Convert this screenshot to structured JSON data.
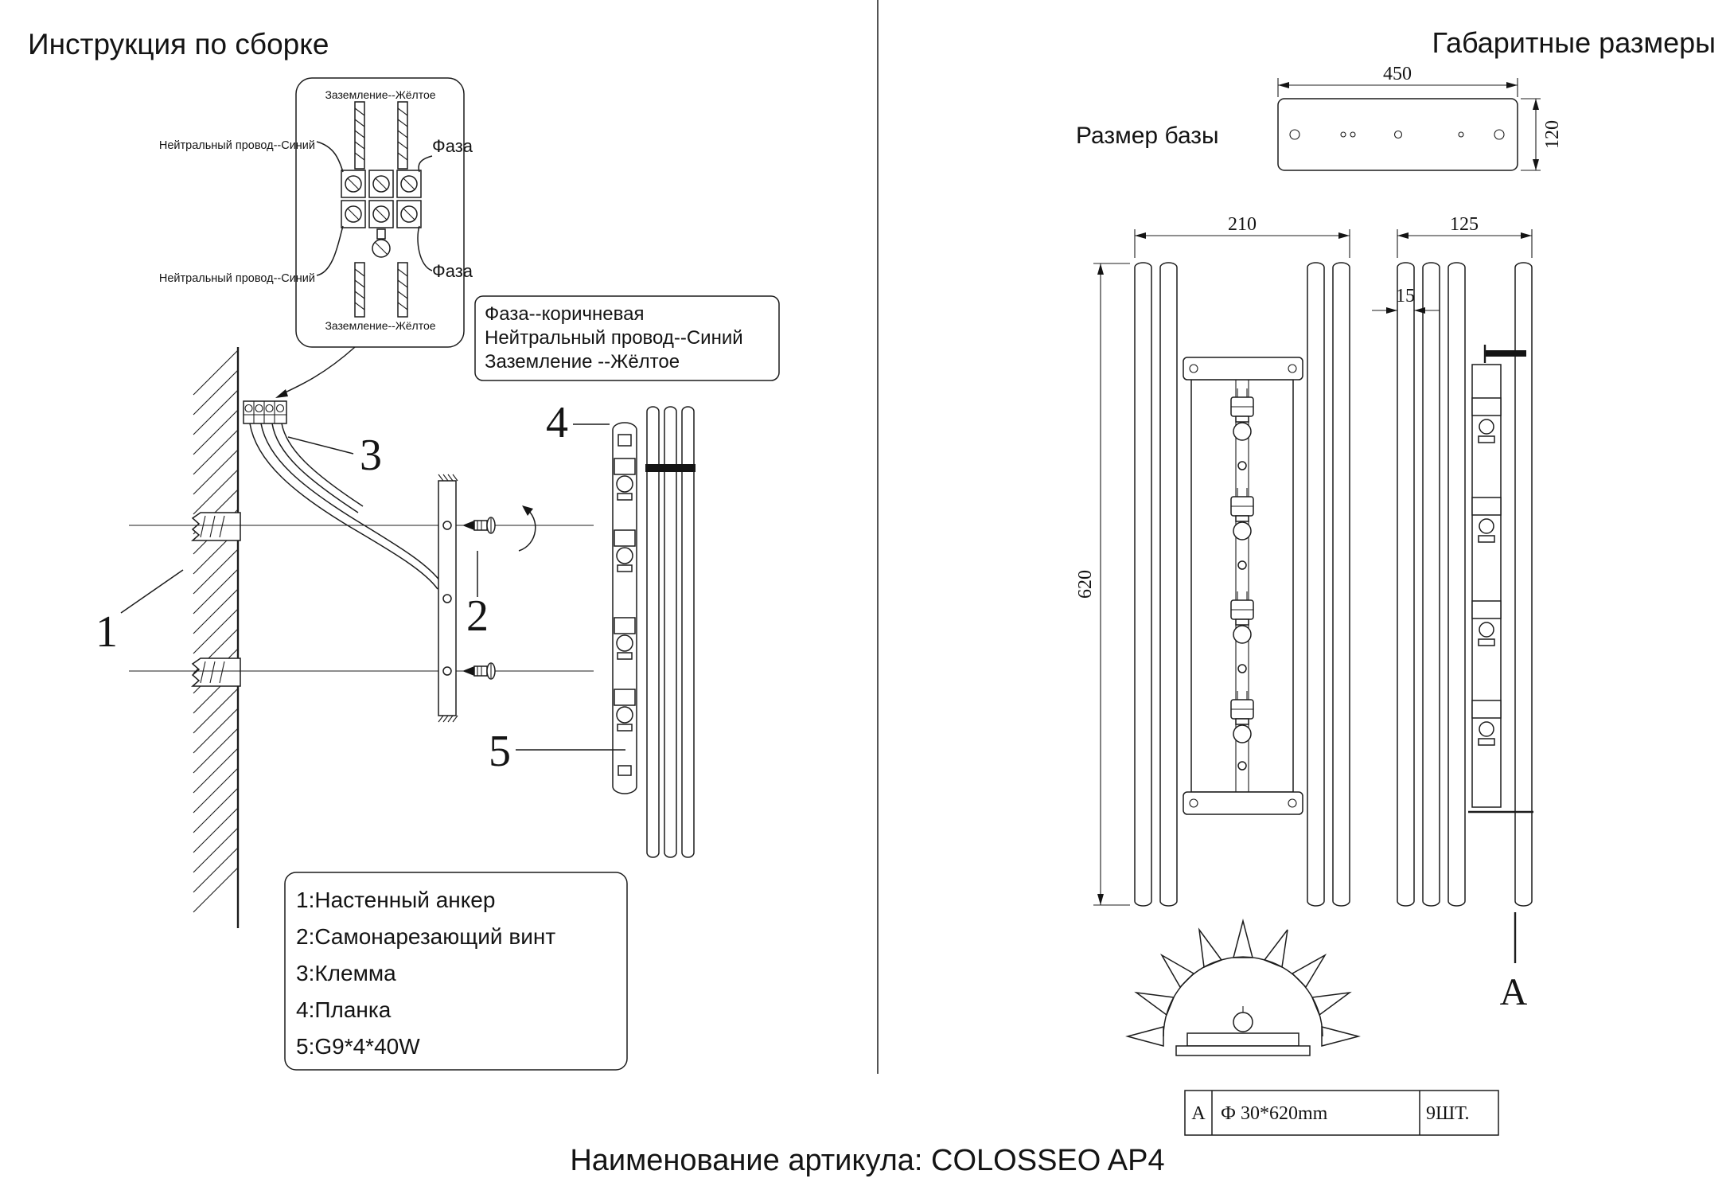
{
  "page": {
    "left_title": "Инструкция по сборке",
    "right_title": "Габаритные размеры",
    "footer_caption": "Наименование артикула: COLOSSEO AP4"
  },
  "wiring": {
    "ground_top": "Заземление--Жёлтое",
    "neutral_top": "Нейтральный провод--Синий",
    "phase_top": "Фаза",
    "neutral_bottom": "Нейтральный провод--Синий",
    "phase_bottom": "Фаза",
    "ground_bottom": "Заземление--Жёлтое",
    "legend_line1": "Фаза--коричневая",
    "legend_line2": "Нейтральный провод--Синий",
    "legend_line3": "Заземление --Жёлтое"
  },
  "callouts": {
    "n1": "1",
    "n2": "2",
    "n3": "3",
    "n4": "4",
    "n5": "5"
  },
  "parts": {
    "items": [
      "1:Настенный анкер",
      "2:Самонарезающий винт",
      "3:Клемма",
      "4:Планка",
      "5:G9*4*40W"
    ]
  },
  "dims": {
    "base_label": "Размер базы",
    "base_width": "450",
    "base_depth": "120",
    "front_width": "210",
    "side_width": "125",
    "side_gap": "15",
    "height": "620",
    "section": "A"
  },
  "table": {
    "c1": "A",
    "c2": "Ф 30*620mm",
    "c3": "9ШТ."
  }
}
